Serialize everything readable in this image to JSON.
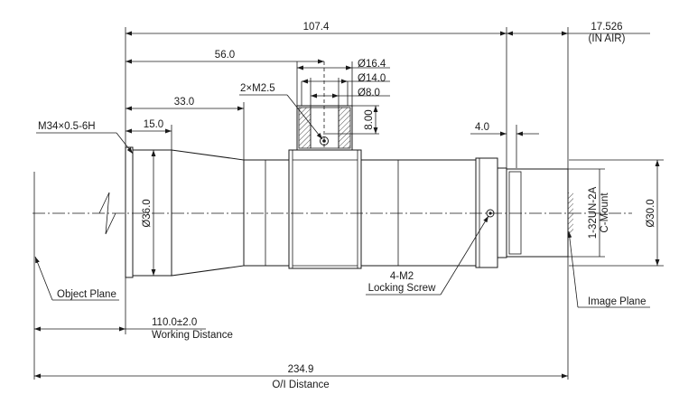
{
  "dimensions": {
    "overall_length": "107.4",
    "flange_back": "17.526",
    "flange_back_note": "(IN AIR)",
    "to_mount_center": "56.0",
    "to_front_step": "33.0",
    "front_length": "15.0",
    "dia_164": "Ø16.4",
    "dia_140": "Ø14.0",
    "dia_80": "Ø8.0",
    "height_80": "8.00",
    "rear_step": "4.0",
    "dia_360": "Ø36.0",
    "dia_300": "Ø30.0",
    "working_distance_value": "110.0±2.0",
    "oi_distance_value": "234.9"
  },
  "labels": {
    "mount_screw": "2×M2.5",
    "filter_thread": "M34×0.5-6H",
    "locking_screw_count": "4-M2",
    "locking_screw": "Locking Screw",
    "thread_spec": "1-32UN-2A",
    "mount_type": "C-Mount",
    "object_plane": "Object Plane",
    "image_plane": "Image Plane",
    "working_distance": "Working Distance",
    "oi_distance": "O/I Distance"
  },
  "colors": {
    "line": "#1a1a1a",
    "background": "#ffffff"
  }
}
